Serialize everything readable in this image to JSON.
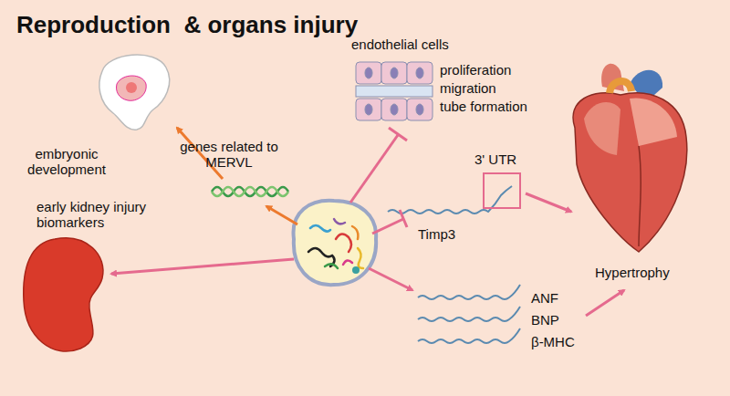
{
  "diagram": {
    "title": "Reproduction  & organs injury",
    "labels": [
      "embryonic development",
      "genes related to MERVL",
      "endothelial cells",
      "proliferation",
      "migration",
      "tube formation",
      "3' UTR",
      "Timp3",
      "ANF",
      "BNP",
      "β-MHC",
      "Hypertrophy",
      "early kidney injury biomarkers"
    ]
  }
}
